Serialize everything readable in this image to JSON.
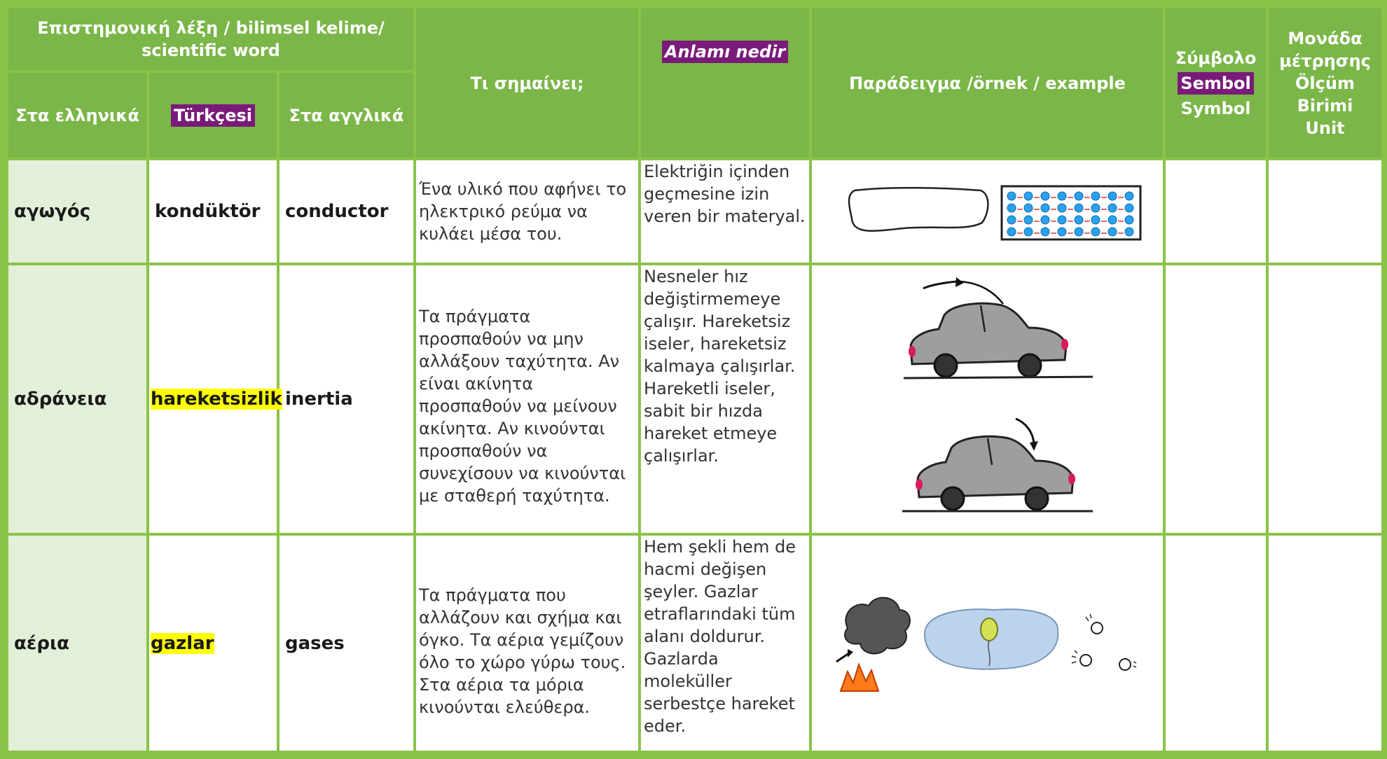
{
  "header": {
    "scientific_word": "Επιστημονική λέξη / bilimsel kelime/ scientific word",
    "greek": "Στα ελληνικά",
    "turkish": "Türkçesi",
    "english": "Στα αγγλικά",
    "meaning_gr": "Τι σημαίνει;",
    "meaning_tr": "Anlamı nedir",
    "example": "Παράδειγμα /örnek / example",
    "symbol_gr": "Σύμβολο",
    "symbol_tr": "Sembol",
    "symbol_en": "Symbol",
    "unit_gr": "Μονάδα μέτρησης",
    "unit_tr": "Ölçüm Birimi",
    "unit_en": "Unit"
  },
  "rows": [
    {
      "greek": "αγωγός",
      "turkish": "kondüktör",
      "english": "conductor",
      "meaning_gr": "Ένα υλικό που αφήνει το ηλεκτρικό ρεύμα να κυλάει μέσα του.",
      "meaning_tr": "Elektriğin içinden geçmesine izin veren bir materyal.",
      "example_icons": [
        "wire-outline-icon",
        "electron-grid-icon"
      ],
      "symbol": "",
      "unit": ""
    },
    {
      "greek": "αδράνεια",
      "turkish": "hareketsizlik",
      "english": "inertia",
      "meaning_gr": "Τα πράγματα προσπαθούν να μην αλλάξουν ταχύτητα. Αν είναι ακίνητα προσπαθούν να μείνουν ακίνητα. Αν κινούνται προσπαθούν να συνεχίσουν να κινούνται με σταθερή ταχύτητα.",
      "meaning_tr": "Nesneler hız değiştirmemeye çalışır. Hareketsiz iseler, hareketsiz kalmaya çalışırlar. Hareketli iseler, sabit bir hızda hareket etmeye çalışırlar.",
      "example_icons": [
        "car-icon",
        "car-icon"
      ],
      "symbol": "",
      "unit": ""
    },
    {
      "greek": "αέρια",
      "turkish": "gazlar",
      "english": "gases",
      "meaning_gr": "Τα πράγματα που αλλάζουν και σχήμα και όγκο. Τα αέρια γεμίζουν όλο το χώρο γύρω τους. Στα αέρια τα μόρια κινούνται ελεύθερα.",
      "meaning_tr": "Hem şekli hem de hacmi değişen şeyler. Gazlar etraflarındaki tüm alanı doldurur. Gazlarda moleküller serbestçe hareket eder.",
      "example_icons": [
        "smoke-fire-icon",
        "balloon-cloud-icon",
        "moving-molecules-icon"
      ],
      "symbol": "",
      "unit": ""
    }
  ]
}
